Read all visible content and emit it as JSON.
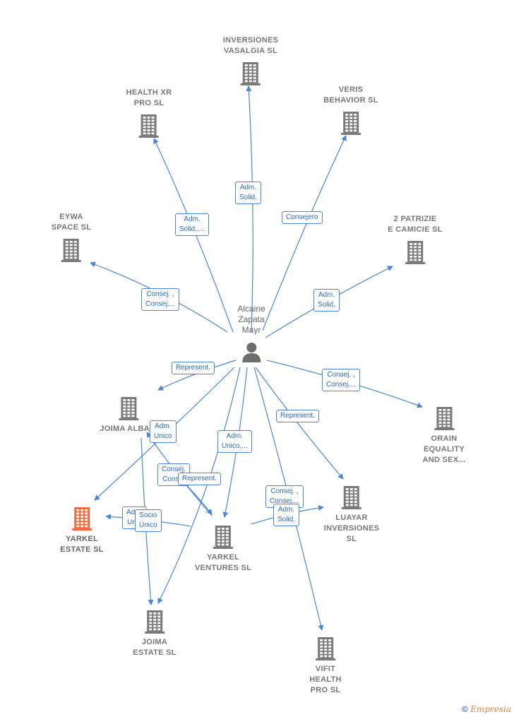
{
  "colors": {
    "edge": "#4a86d8",
    "node_icon": "#7a7a7a",
    "node_highlight": "#f26b3a",
    "label_text": "#777777",
    "edge_label_text": "#2a6ac8"
  },
  "person": {
    "name_lines": [
      "Alcaine",
      "Zapata",
      "Mayr"
    ],
    "icon": "person-icon"
  },
  "companies": [
    {
      "key": "inversiones",
      "lines": [
        "INVERSIONES",
        "VASALGIA  SL"
      ]
    },
    {
      "key": "healthxr",
      "lines": [
        "HEALTH XR",
        "PRO  SL"
      ]
    },
    {
      "key": "veris",
      "lines": [
        "VERIS",
        "BEHAVIOR  SL"
      ]
    },
    {
      "key": "eywa",
      "lines": [
        "EYWA",
        "SPACE  SL"
      ]
    },
    {
      "key": "patrizie",
      "lines": [
        "2 PATRIZIE",
        "E CAMICIE SL"
      ]
    },
    {
      "key": "joimaalba",
      "lines": [
        "JOIMA ALBA S"
      ]
    },
    {
      "key": "orain",
      "lines": [
        "ORAIN",
        "EQUALITY",
        "AND SEX..."
      ]
    },
    {
      "key": "yarkelestate",
      "lines": [
        "YARKEL",
        "ESTATE  SL"
      ],
      "highlight": true
    },
    {
      "key": "luayar",
      "lines": [
        "LUAYAR",
        "INVERSIONES",
        "SL"
      ]
    },
    {
      "key": "yarkelventures",
      "lines": [
        "YARKEL",
        "VENTURES  SL"
      ]
    },
    {
      "key": "joimaestate",
      "lines": [
        "JOIMA",
        "ESTATE  SL"
      ]
    },
    {
      "key": "vifit",
      "lines": [
        "VIFIT",
        "HEALTH",
        "PRO  SL"
      ]
    }
  ],
  "edge_labels": [
    {
      "key": "e-inversiones",
      "lines": [
        "Adm.",
        "Solid."
      ]
    },
    {
      "key": "e-healthxr",
      "lines": [
        "Adm.",
        "Solid.,..."
      ]
    },
    {
      "key": "e-veris",
      "lines": [
        "Consejero"
      ]
    },
    {
      "key": "e-eywa",
      "lines": [
        "Consej. ,",
        "Consej...."
      ]
    },
    {
      "key": "e-patrizie",
      "lines": [
        "Adm.",
        "Solid."
      ]
    },
    {
      "key": "e-represent1",
      "lines": [
        "Represent."
      ]
    },
    {
      "key": "e-orain",
      "lines": [
        "Consej. ,",
        "Consej...."
      ]
    },
    {
      "key": "e-admunico1",
      "lines": [
        "Adm.",
        "Unico"
      ]
    },
    {
      "key": "e-admunico2",
      "lines": [
        "Adm.",
        "Unico,..."
      ]
    },
    {
      "key": "e-represent2",
      "lines": [
        "Represent."
      ]
    },
    {
      "key": "e-consej3",
      "lines": [
        "Consej.",
        "Cons..."
      ]
    },
    {
      "key": "e-represent3",
      "lines": [
        "Represent."
      ]
    },
    {
      "key": "e-admun3",
      "lines": [
        "Adm.",
        "Un..."
      ]
    },
    {
      "key": "e-socio",
      "lines": [
        "Socio",
        "Único"
      ]
    },
    {
      "key": "e-consej4",
      "lines": [
        "Consej. ,",
        "Consej...."
      ]
    },
    {
      "key": "e-admsolid4",
      "lines": [
        "Adm.",
        "Solid."
      ]
    }
  ],
  "footer": {
    "copyright": "©",
    "brand": "Empresia"
  }
}
